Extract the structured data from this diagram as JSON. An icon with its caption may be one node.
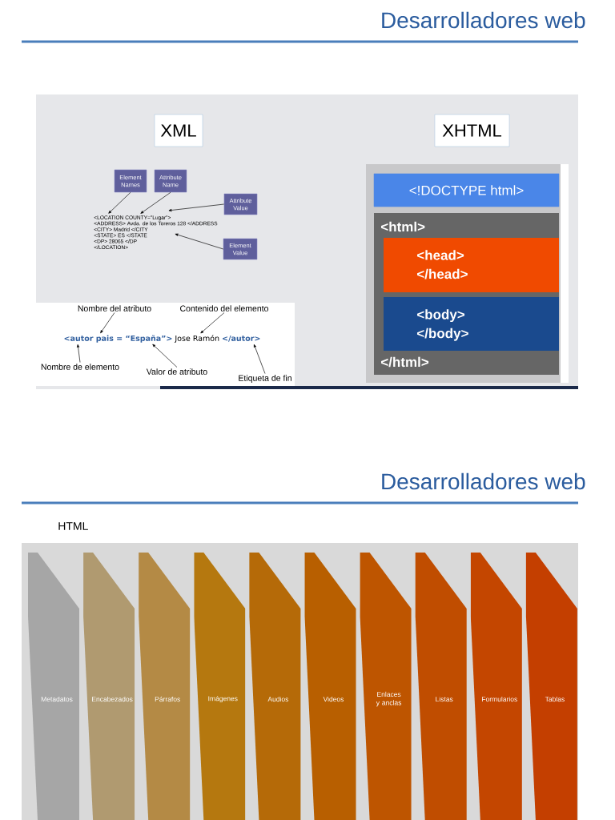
{
  "diagram": {
    "nodes": [
      {
        "text": [
          "XML"
        ]
      },
      {
        "text": [
          "XHTML"
        ]
      },
      {
        "text": [
          "Element Names"
        ]
      },
      {
        "text": [
          "Attribute Name"
        ]
      },
      {
        "text": [
          "Attribute Value"
        ]
      },
      {
        "text": [
          "Element Value"
        ]
      },
      {
        "text": [
          "<LOCATION COUNTY=\"Lugar\">",
          "<ADDRESS> Avda. de los Toreros 128 </ADDRESS",
          "<CITY> Madrid </CITY",
          "<STATE> ES </STATE",
          "<DP> 28065 </DP",
          "</LOCATION>"
        ]
      },
      {
        "text": [
          "<autor pais = “España”>",
          "Jose Ramón",
          "</autor>"
        ]
      },
      {
        "text": [
          "Nombre del atributo"
        ]
      },
      {
        "text": [
          "Contenido del elemento"
        ]
      },
      {
        "text": [
          "Nombre de elemento"
        ]
      },
      {
        "text": [
          "Valor de atributo"
        ]
      },
      {
        "text": [
          "Etiqueta de fin"
        ]
      },
      {
        "text": [
          "<!DOCTYPE html>"
        ]
      },
      {
        "text": [
          "<html>",
          "</html>"
        ]
      },
      {
        "text": [
          "<head>",
          "</head>"
        ],
        "in": 14
      },
      {
        "text": [
          "<body>",
          "</body>"
        ],
        "in": 14
      },
      {
        "text": [
          "Metadatos"
        ]
      },
      {
        "text": [
          "Encabezados"
        ]
      },
      {
        "text": [
          "Párrafos"
        ]
      },
      {
        "text": [
          "Imágenes"
        ]
      },
      {
        "text": [
          "Audios"
        ]
      },
      {
        "text": [
          "Videos"
        ]
      },
      {
        "text": [
          "Enlaces y anclas"
        ]
      },
      {
        "text": [
          "Listas"
        ]
      },
      {
        "text": [
          "Formularios"
        ]
      },
      {
        "text": [
          "Tablas"
        ]
      }
    ],
    "edges": [
      {
        "from": 2,
        "to": 6,
        "arrow": "to"
      },
      {
        "from": 3,
        "to": 6,
        "arrow": "to"
      },
      {
        "from": 4,
        "to": 6,
        "arrow": "to"
      },
      {
        "from": 5,
        "to": 6,
        "arrow": "to"
      },
      {
        "from": 8,
        "to": 7,
        "arrow": "to"
      },
      {
        "from": 9,
        "to": 7,
        "arrow": "to"
      },
      {
        "from": 10,
        "to": 7,
        "arrow": "to"
      },
      {
        "from": 11,
        "to": 7,
        "arrow": "to"
      },
      {
        "from": 12,
        "to": 7,
        "arrow": "to"
      }
    ],
    "labels": [
      "Desarrolladores web",
      "Desarrolladores web",
      "HTML"
    ]
  }
}
